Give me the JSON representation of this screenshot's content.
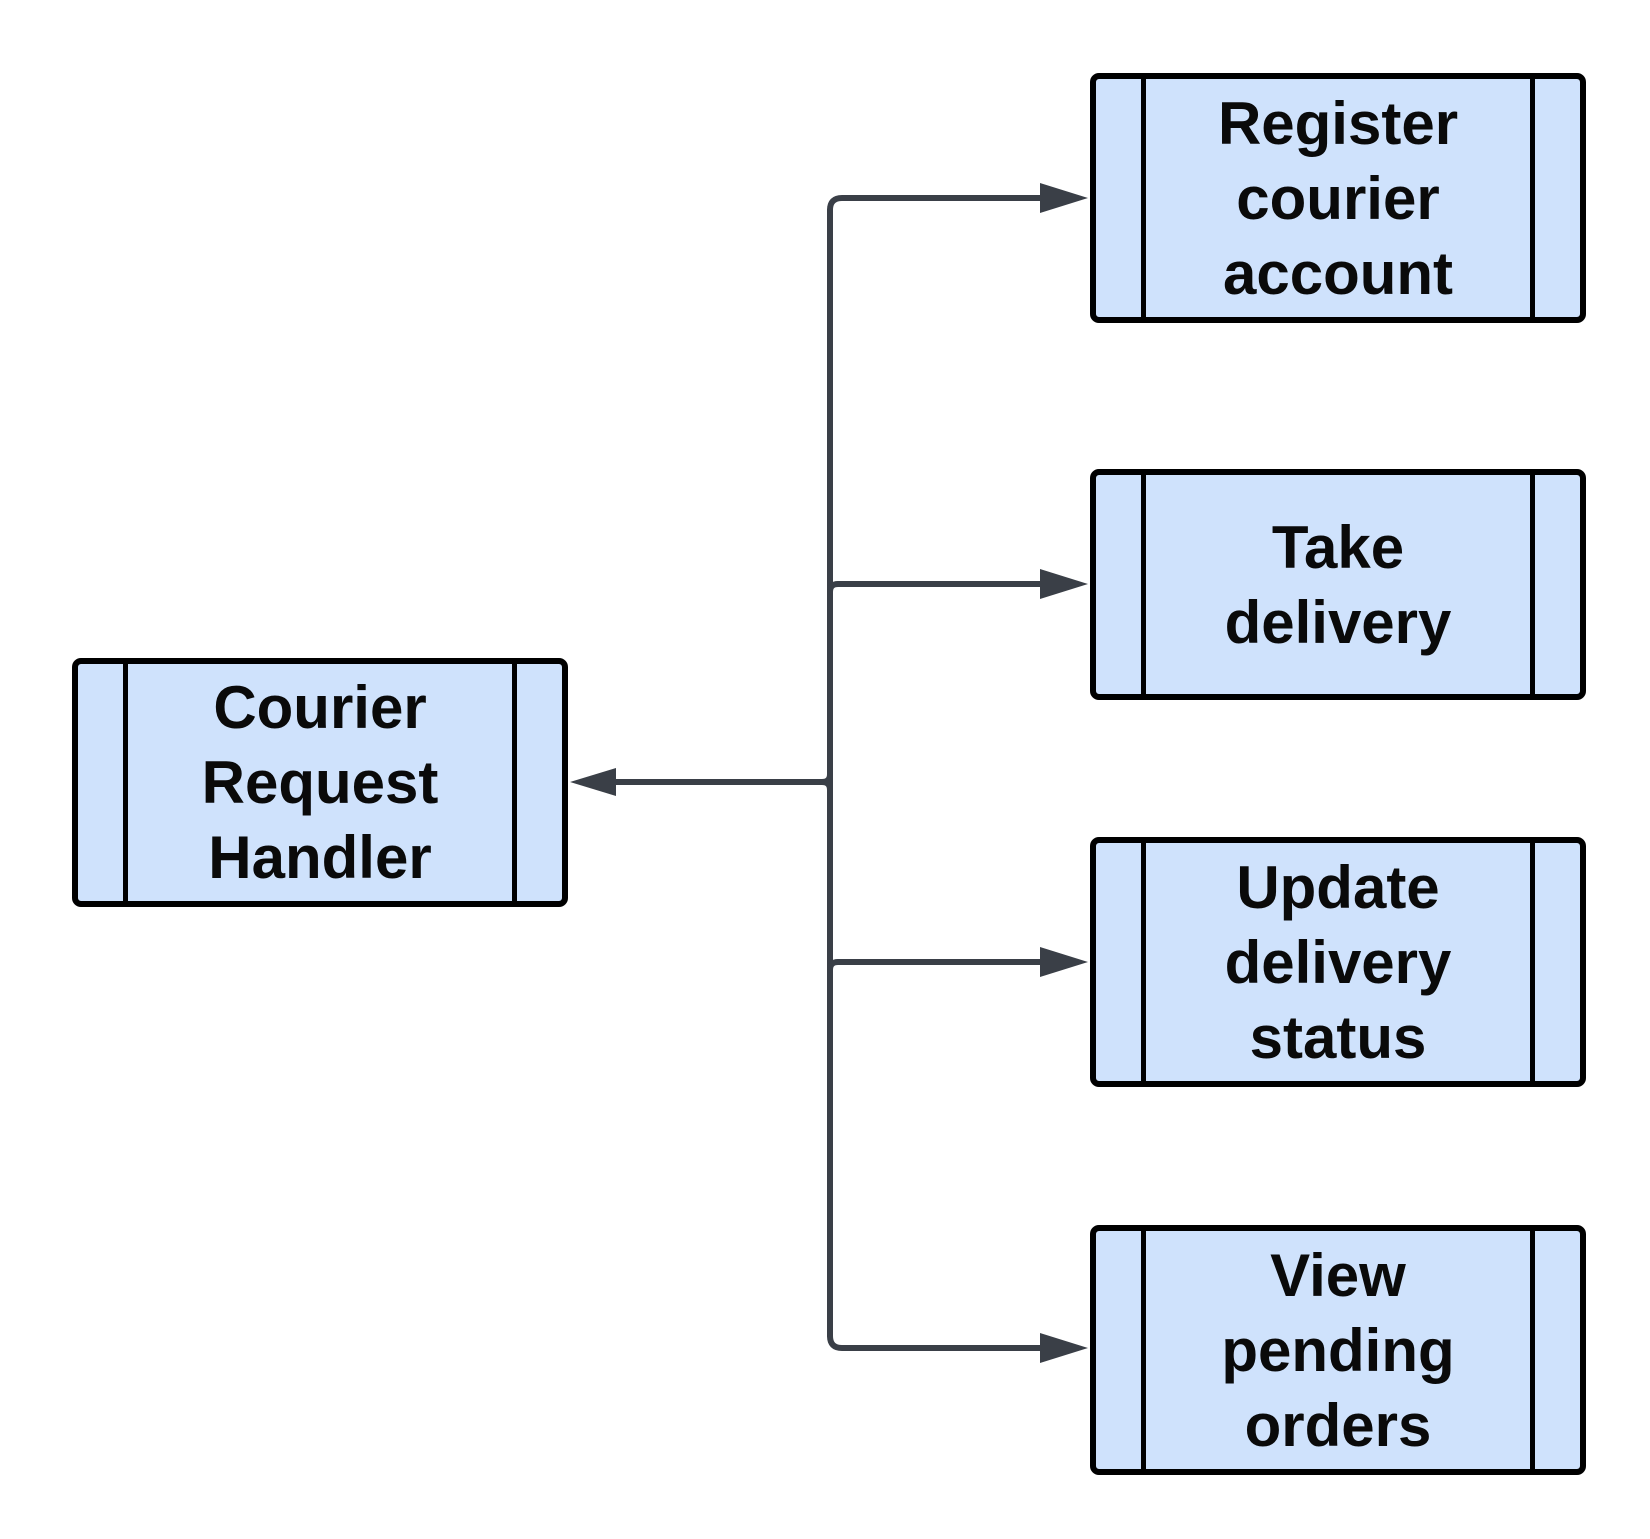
{
  "diagram": {
    "colors": {
      "box_fill": "#cfe2fc",
      "box_border": "#000000",
      "connector": "#3a3f47",
      "text": "#0a0a0a"
    },
    "source": {
      "label": "Courier\nRequest\nHandler"
    },
    "targets": [
      {
        "label": "Register\ncourier\naccount"
      },
      {
        "label": "Take\ndelivery"
      },
      {
        "label": "Update\ndelivery\nstatus"
      },
      {
        "label": "View\npending\norders"
      }
    ]
  }
}
